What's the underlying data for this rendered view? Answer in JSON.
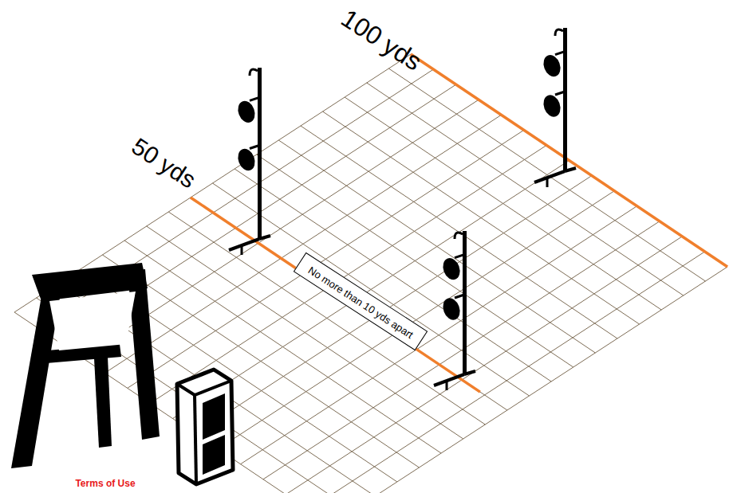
{
  "diagram": {
    "nodes": [
      {
        "text": [
          "No more than 10 yds apart"
        ]
      }
    ],
    "labels": [
      "100 yds",
      "50 yds",
      "Terms of Use"
    ]
  }
}
